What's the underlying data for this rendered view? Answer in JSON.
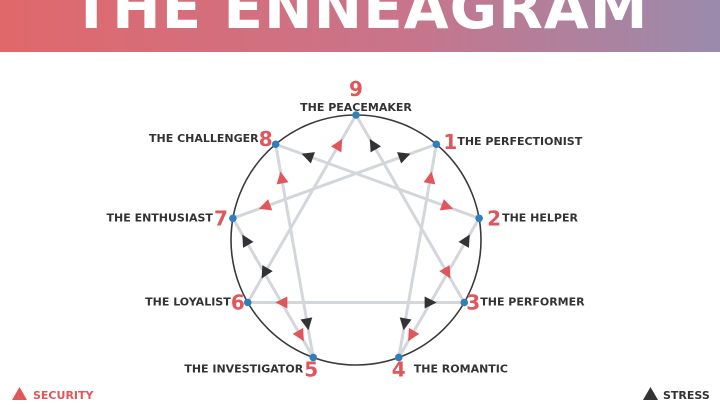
{
  "title": "THE ENNEAGRAM",
  "points": [
    {
      "number": "9",
      "name": "THE PEACEMAKER"
    },
    {
      "number": "1",
      "name": "THE PERFECTIONIST"
    },
    {
      "number": "2",
      "name": "THE HELPER"
    },
    {
      "number": "3",
      "name": "THE PERFORMER"
    },
    {
      "number": "4",
      "name": "THE ROMANTIC"
    },
    {
      "number": "5",
      "name": "THE INVESTIGATOR"
    },
    {
      "number": "6",
      "name": "THE LOYALIST"
    },
    {
      "number": "7",
      "name": "THE ENTHUSIAST"
    },
    {
      "number": "8",
      "name": "THE CHALLENGER"
    }
  ],
  "legend": {
    "security_label": "SECURITY",
    "stress_label": "STRESS"
  },
  "colors": {
    "banner_start": "#e0686b",
    "banner_end": "#9a8bac",
    "accent": "#e0565b",
    "security_arrow": "#e0565b",
    "stress_arrow": "#333333",
    "circle": "#3a3a3a",
    "lines": "#d3d7db",
    "point_dot": "#2f7fbd"
  },
  "connections": {
    "triangle": [
      "3",
      "6",
      "9"
    ],
    "hexad": [
      "1",
      "4",
      "2",
      "8",
      "5",
      "7"
    ]
  }
}
